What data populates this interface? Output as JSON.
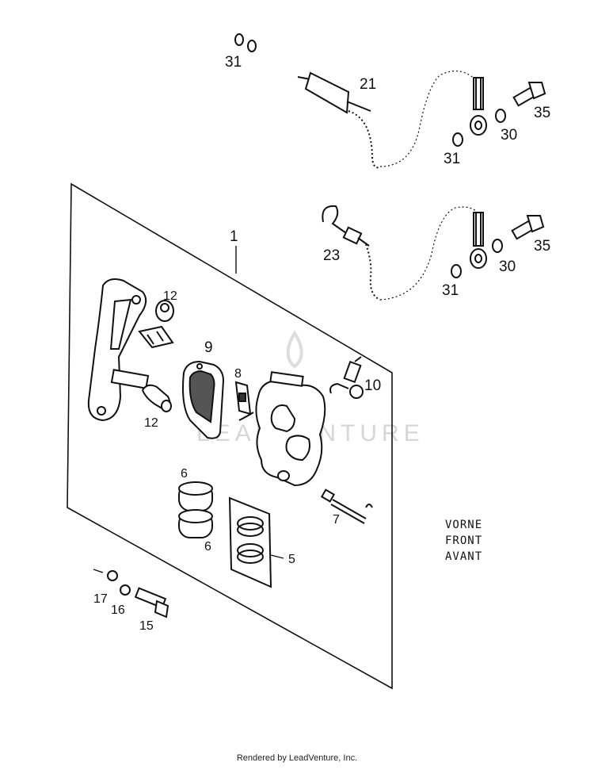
{
  "callouts": {
    "c31_top": "31",
    "c21": "21",
    "c35_top": "35",
    "c30_top": "30",
    "c31_mid": "31",
    "c1": "1",
    "c23": "23",
    "c35_mid": "35",
    "c30_mid": "30",
    "c31_low": "31",
    "c12_top": "12",
    "c9": "9",
    "c8": "8",
    "c10": "10",
    "c12_low": "12",
    "c6_top": "6",
    "c6_low": "6",
    "c7": "7",
    "c5": "5",
    "c17": "17",
    "c16": "16",
    "c15": "15"
  },
  "direction": {
    "line1": "VORNE",
    "line2": "FRONT",
    "line3": "AVANT"
  },
  "watermark": "LEADVENTURE",
  "footer": "Rendered by LeadVenture, Inc."
}
